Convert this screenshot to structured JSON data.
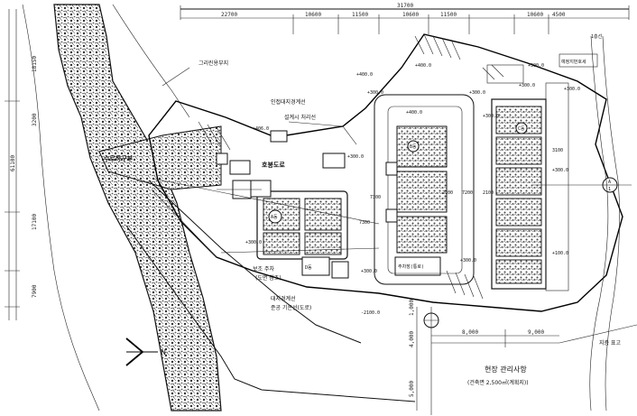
{
  "dimensions": {
    "overall": "31700",
    "top_segments": [
      "22700",
      "10600",
      "11500",
      "10600",
      "11500",
      "10600",
      "4500"
    ],
    "left_segments": [
      "18150",
      "61100",
      "17100",
      "7900",
      "3200"
    ],
    "lower_right": [
      "8,000",
      "9,000"
    ],
    "lower_vertical": [
      "1,000",
      "4,000",
      "5,000"
    ]
  },
  "labels": {
    "green_area": "그리린용부지",
    "adjacent_road": "인접대지경계선",
    "guardrail": "설계시 처리선",
    "river": "수로하구부",
    "bridge": "호봉도로",
    "parking": "주차장(통로)",
    "top_right_note": "1층선",
    "right_box": "예정지번호세",
    "lower_left_note": "보조 주차",
    "lower_left_note2": "(도면 참조)",
    "boundary_note": "대지경계선",
    "boundary_note2": "준공 기존선(도로)",
    "right_note": "지층 표고",
    "bottom_box_title": "현장 관리사항",
    "bottom_box_sub": "(건축면 2,500㎡(계획지))",
    "building_a": "A동",
    "building_b": "B동",
    "building_c": "C동",
    "building_d": "D동",
    "north": "N",
    "section_a": "A",
    "section_no": "1"
  },
  "elevations": [
    "+400.0",
    "+400.0",
    "+300.0",
    "+300.0",
    "+300.0",
    "+300.0",
    "+406.0",
    "+300.0",
    "+400.0",
    "+300.0",
    "+300.0",
    "+300.0",
    "+100.0",
    "+300.0",
    "+300.0",
    "+300.0",
    "-2100.0"
  ],
  "inner_dims": [
    "7300",
    "2100",
    "7200",
    "2100",
    "3100",
    "7300"
  ],
  "colors": {
    "ink": "#111111",
    "hatch": "#444444",
    "paper": "#ffffff"
  },
  "icons": [
    "north-arrow-icon",
    "section-marker-icon",
    "compass-marker-icon"
  ]
}
